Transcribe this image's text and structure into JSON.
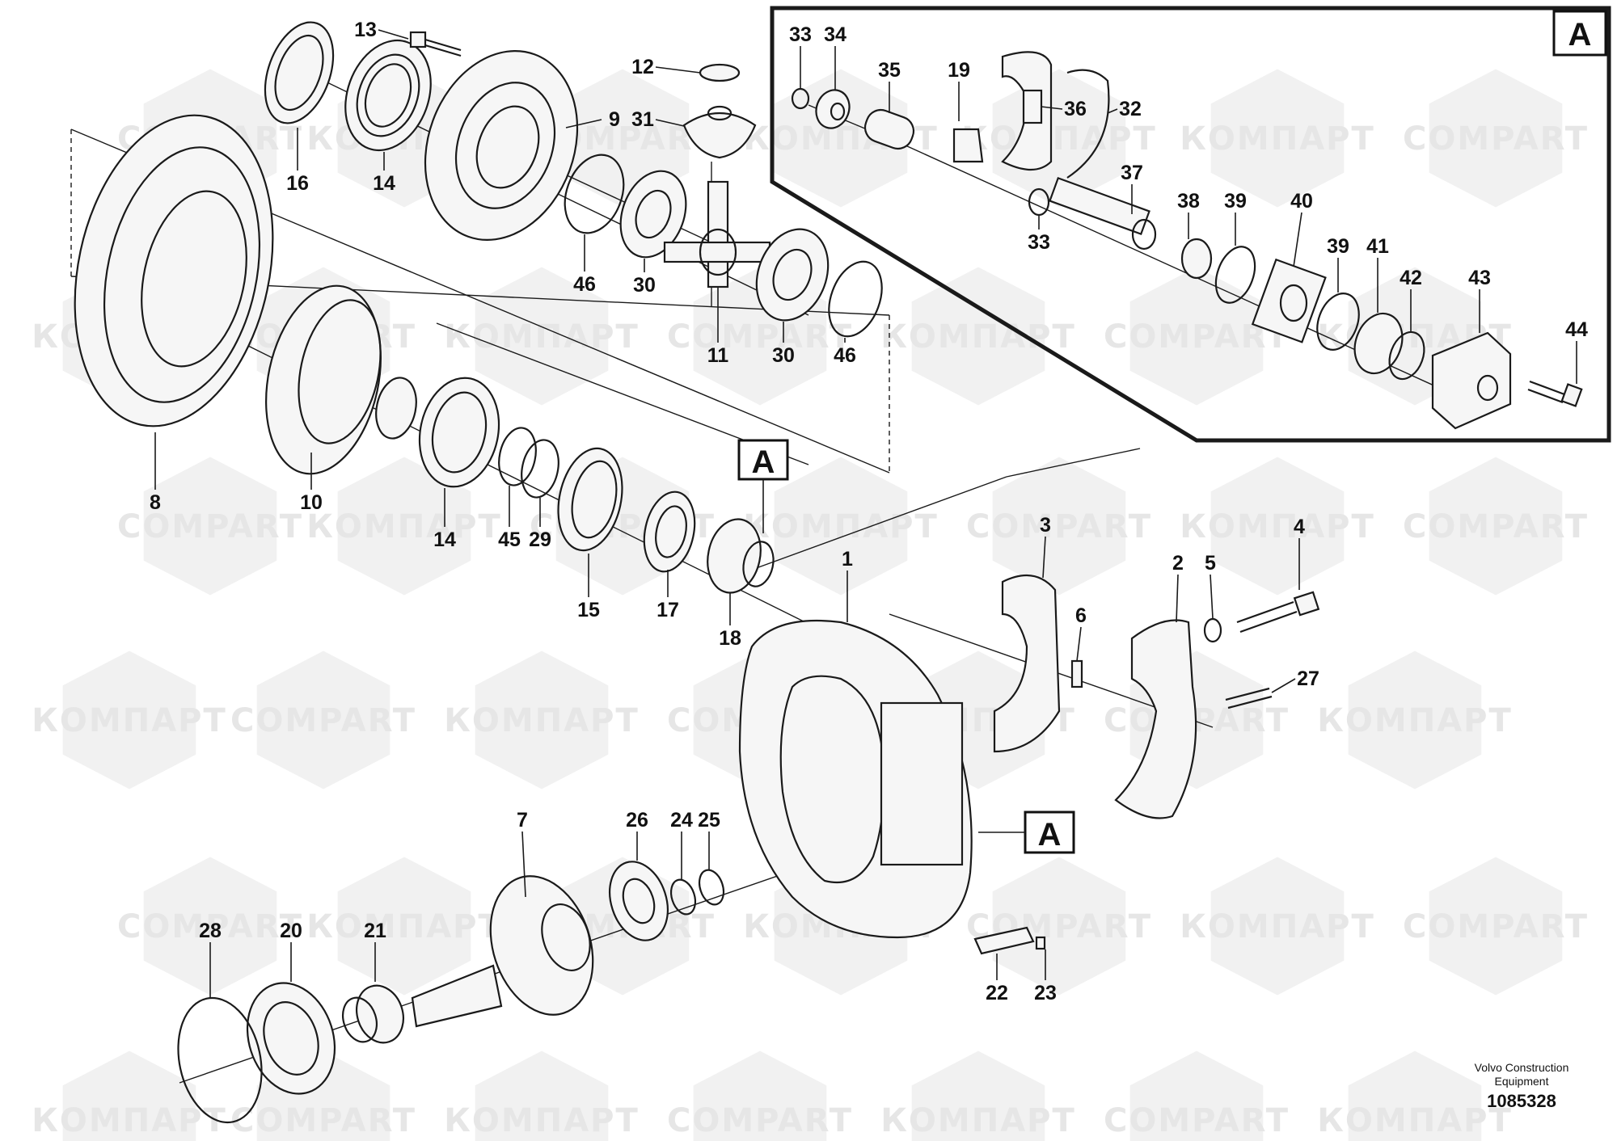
{
  "watermark": {
    "brand_latin": "COMPART",
    "brand_cyrillic": "КОМПАРТ",
    "color": "#e6e6e6"
  },
  "callout": {
    "letter": "A"
  },
  "parts": [
    {
      "id": "p1",
      "label": "1"
    },
    {
      "id": "p2",
      "label": "2"
    },
    {
      "id": "p3",
      "label": "3"
    },
    {
      "id": "p4",
      "label": "4"
    },
    {
      "id": "p5",
      "label": "5"
    },
    {
      "id": "p6",
      "label": "6"
    },
    {
      "id": "p7",
      "label": "7"
    },
    {
      "id": "p8",
      "label": "8"
    },
    {
      "id": "p9",
      "label": "9"
    },
    {
      "id": "p10",
      "label": "10"
    },
    {
      "id": "p11",
      "label": "11"
    },
    {
      "id": "p12",
      "label": "12"
    },
    {
      "id": "p13",
      "label": "13"
    },
    {
      "id": "p14a",
      "label": "14"
    },
    {
      "id": "p14b",
      "label": "14"
    },
    {
      "id": "p15",
      "label": "15"
    },
    {
      "id": "p16",
      "label": "16"
    },
    {
      "id": "p17",
      "label": "17"
    },
    {
      "id": "p18",
      "label": "18"
    },
    {
      "id": "p19",
      "label": "19"
    },
    {
      "id": "p20",
      "label": "20"
    },
    {
      "id": "p21",
      "label": "21"
    },
    {
      "id": "p22",
      "label": "22"
    },
    {
      "id": "p23",
      "label": "23"
    },
    {
      "id": "p24",
      "label": "24"
    },
    {
      "id": "p25",
      "label": "25"
    },
    {
      "id": "p26",
      "label": "26"
    },
    {
      "id": "p27",
      "label": "27"
    },
    {
      "id": "p28",
      "label": "28"
    },
    {
      "id": "p29",
      "label": "29"
    },
    {
      "id": "p30a",
      "label": "30"
    },
    {
      "id": "p30b",
      "label": "30"
    },
    {
      "id": "p31",
      "label": "31"
    },
    {
      "id": "p32",
      "label": "32"
    },
    {
      "id": "p33a",
      "label": "33"
    },
    {
      "id": "p33b",
      "label": "33"
    },
    {
      "id": "p34",
      "label": "34"
    },
    {
      "id": "p35",
      "label": "35"
    },
    {
      "id": "p36",
      "label": "36"
    },
    {
      "id": "p37",
      "label": "37"
    },
    {
      "id": "p38",
      "label": "38"
    },
    {
      "id": "p39a",
      "label": "39"
    },
    {
      "id": "p39b",
      "label": "39"
    },
    {
      "id": "p40",
      "label": "40"
    },
    {
      "id": "p41",
      "label": "41"
    },
    {
      "id": "p42",
      "label": "42"
    },
    {
      "id": "p43",
      "label": "43"
    },
    {
      "id": "p44",
      "label": "44"
    },
    {
      "id": "p45",
      "label": "45"
    },
    {
      "id": "p46a",
      "label": "46"
    },
    {
      "id": "p46b",
      "label": "46"
    }
  ],
  "footer": {
    "company_line1": "Volvo Construction",
    "company_line2": "Equipment",
    "diagram_number": "1085328"
  }
}
